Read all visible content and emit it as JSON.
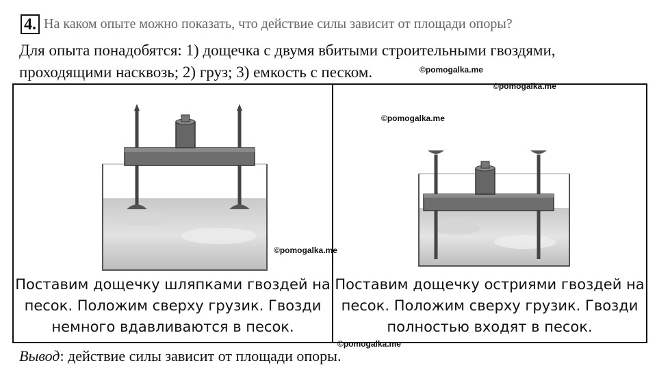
{
  "question": {
    "number": "4.",
    "text": "На каком опыте можно показать, что действие силы зависит от площади опоры?"
  },
  "intro": {
    "line1": "Для опыта понадобятся: 1) дощечка с двумя вбитыми строительными гвоздями,",
    "line2": "проходящими насквозь; 2) груз; 3) емкость с песком."
  },
  "watermark": "©pomogalka.me",
  "experiments": [
    {
      "caption_line1": "Поставим дощечку шляпками гвоздей на",
      "caption_line2": "песок. Положим сверху грузик. Гвозди",
      "caption_line3": "немного вдавливаются в песок."
    },
    {
      "caption_line1": "Поставим дощечку остриями гвоздей на",
      "caption_line2": "песок. Положим сверху грузик. Гвозди",
      "caption_line3": "полностью входят в песок."
    }
  ],
  "conclusion": {
    "label": "Вывод",
    "text": ": действие силы зависит от площади опоры."
  }
}
